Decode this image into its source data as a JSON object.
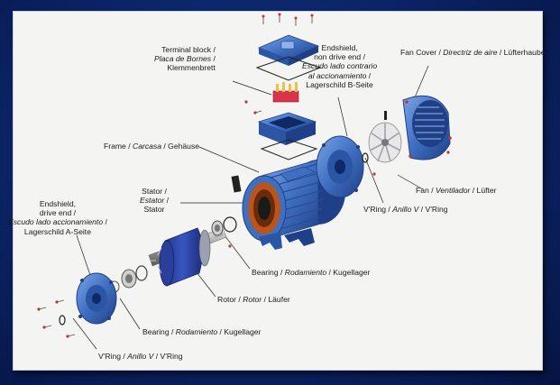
{
  "labels": {
    "terminal_block": [
      "Terminal block /",
      "Placa de Bornes",
      " /",
      "Klemmenbrett"
    ],
    "endshield_nde": [
      "Endshield,",
      "non drive end /",
      "Escudo lado contrario",
      "al accionamiento",
      " /",
      "Lagerschild B-Seite"
    ],
    "fan_cover": [
      "Fan Cover / ",
      "Directriz de aire",
      " / Lüfterhaube"
    ],
    "frame": [
      "Frame / ",
      "Carcasa",
      " / Gehäuse"
    ],
    "stator": [
      "Stator /",
      "Estator",
      " /",
      "Stator"
    ],
    "fan": [
      "Fan / ",
      "Ventilador",
      " / Lüfter"
    ],
    "vring_nde": [
      "V'Ring / ",
      "Anillo V",
      " / V'Ring"
    ],
    "endshield_de": [
      "Endshield,",
      "drive end /",
      "Escudo lado accionamiento",
      " /",
      "Lagerschild A-Seite"
    ],
    "bearing_nde": [
      "Bearing / ",
      "Rodamiento",
      " / Kugellager"
    ],
    "rotor": [
      "Rotor / ",
      "Rotor",
      " / Läufer"
    ],
    "bearing_de": [
      "Bearing / ",
      "Rodamiento",
      " / Kugellager"
    ],
    "vring_de": [
      "V'Ring / ",
      "Anillo V",
      " / V'Ring"
    ]
  },
  "colors": {
    "background": "#0b2466",
    "panel": "#f4f4f2",
    "motor_blue": "#3f6fc0",
    "motor_dark": "#1f3f86",
    "copper": "#b8541e",
    "terminal_red": "#d8344a",
    "leader": "#222222"
  }
}
